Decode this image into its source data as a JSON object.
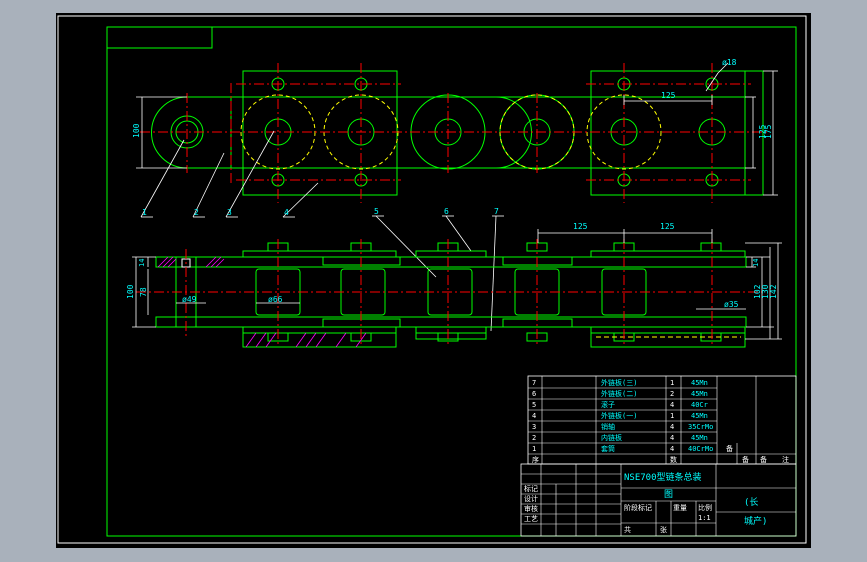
{
  "colors": {
    "background": "#000000",
    "frame": "#ffffff",
    "outline": "#00ff00",
    "centerline": "#ff0000",
    "dimension": "#00ffff",
    "hidden": "#ffff00",
    "hatch": "#ff00ff",
    "canvas_border": "#a9b1bb"
  },
  "top_view": {
    "dims": {
      "d18": "ø18",
      "p125": "125",
      "h100": "100",
      "h125": "125",
      "h175": "175"
    },
    "balloons": [
      "1",
      "2",
      "3",
      "4",
      "5",
      "6",
      "7"
    ]
  },
  "front_view": {
    "dims": {
      "p125a": "125",
      "p125b": "125",
      "h14l": "14",
      "h100": "100",
      "h78": "78",
      "d49": "ø49",
      "d66": "ø66",
      "d35": "ø35",
      "h14r": "14",
      "h102": "102",
      "h130": "130",
      "h142": "142"
    }
  },
  "bom": {
    "rows": [
      {
        "no": "7",
        "name": "外链板(三)",
        "qty": "1",
        "mat": "45Mn"
      },
      {
        "no": "6",
        "name": "外链板(二)",
        "qty": "2",
        "mat": "45Mn"
      },
      {
        "no": "5",
        "name": "滚子",
        "qty": "4",
        "mat": "40Cr"
      },
      {
        "no": "4",
        "name": "外链板(一)",
        "qty": "1",
        "mat": "45Mn"
      },
      {
        "no": "3",
        "name": "销轴",
        "qty": "4",
        "mat": "35CrMo"
      },
      {
        "no": "2",
        "name": "内链板",
        "qty": "4",
        "mat": "45Mn"
      },
      {
        "no": "1",
        "name": "套筒",
        "qty": "4",
        "mat": "40CrMo"
      }
    ],
    "header": {
      "no": "序",
      "qty": "数",
      "note_a": "备",
      "note_b": "备",
      "note_c": "备",
      "note_d": "注"
    }
  },
  "title_block": {
    "drawing_title": "NSE700型链条总装",
    "drawing_title_sub": "图",
    "company": "(长",
    "company_sub": "城产)",
    "labels": {
      "mark": "标记",
      "design": "设计",
      "check": "审核",
      "process": "工艺",
      "stage": "阶段标记",
      "weight": "重量",
      "ratio": "比例",
      "sheet": "共",
      "sheet_of": "张",
      "scale": "1:1"
    }
  }
}
